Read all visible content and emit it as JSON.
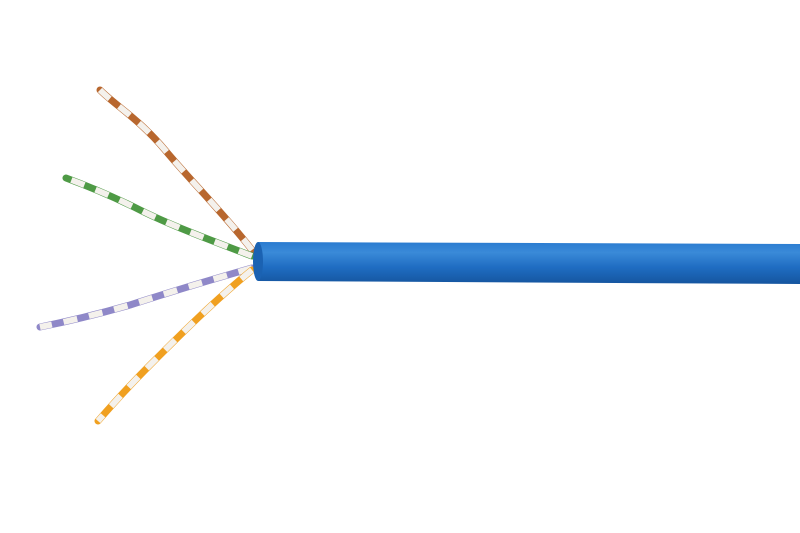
{
  "scene": {
    "subject": "cable",
    "background": "#ffffff",
    "jacket_color": "#1f6dc2",
    "pairs": [
      {
        "name": "brown",
        "color": "#b8672e"
      },
      {
        "name": "green",
        "color": "#4e9a45"
      },
      {
        "name": "blue",
        "color": "#8f88c8"
      },
      {
        "name": "orange",
        "color": "#f0a020"
      }
    ],
    "stripe_color": "#f4f1ec"
  }
}
